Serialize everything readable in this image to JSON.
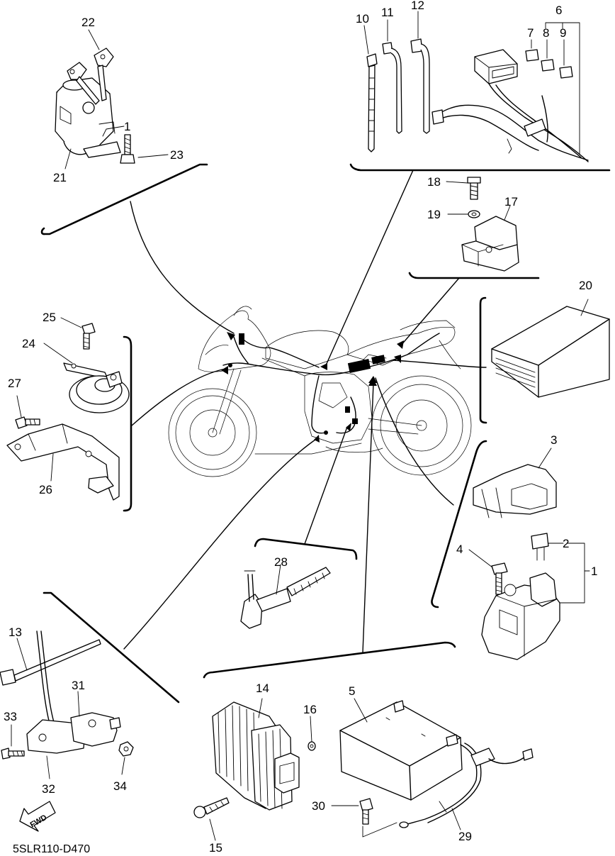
{
  "diagram_code": "5SLR110-D470",
  "fwd_label": "FWD",
  "callouts": {
    "c1": "1",
    "c2": "2",
    "c3": "3",
    "c4": "4",
    "c5": "5",
    "c6": "6",
    "c7": "7",
    "c8": "8",
    "c9": "9",
    "c10": "10",
    "c11": "11",
    "c12": "12",
    "c13": "13",
    "c14": "14",
    "c15": "15",
    "c16": "16",
    "c17": "17",
    "c18": "18",
    "c19": "19",
    "c20": "20",
    "c21": "21",
    "c22": "22",
    "c23": "23",
    "c24": "24",
    "c25": "25",
    "c26": "26",
    "c27": "27",
    "c28": "28",
    "c29": "29",
    "c30": "30",
    "c31": "31",
    "c32": "32",
    "c33": "33",
    "c34": "34",
    "c1b": "1"
  }
}
